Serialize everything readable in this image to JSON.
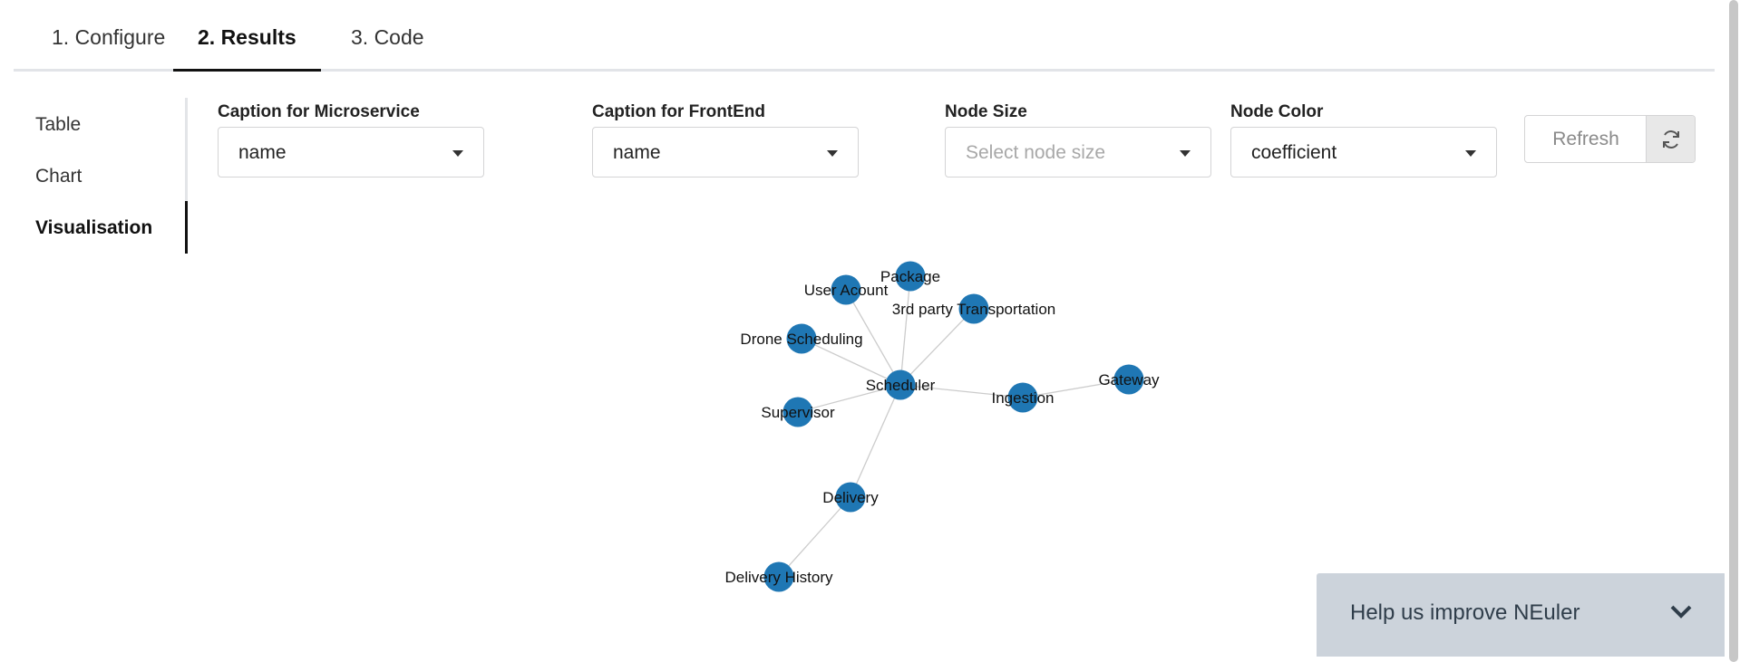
{
  "tabs": [
    {
      "label": "1. Configure",
      "active": false
    },
    {
      "label": "2. Results",
      "active": true
    },
    {
      "label": "3. Code",
      "active": false
    }
  ],
  "sidenav": {
    "items": [
      {
        "label": "Table",
        "active": false
      },
      {
        "label": "Chart",
        "active": false
      },
      {
        "label": "Visualisation",
        "active": true
      }
    ]
  },
  "controls": {
    "caption_microservice": {
      "label": "Caption for Microservice",
      "value": "name"
    },
    "caption_frontend": {
      "label": "Caption for FrontEnd",
      "value": "name"
    },
    "node_size": {
      "label": "Node Size",
      "placeholder": "Select node size"
    },
    "node_color": {
      "label": "Node Color",
      "value": "coefficient"
    },
    "refresh_label": "Refresh"
  },
  "graph": {
    "node_color": "#1f77b4",
    "edge_color": "#cccccc",
    "nodes": [
      {
        "id": "scheduler",
        "label": "Scheduler"
      },
      {
        "id": "user-account",
        "label": "User Acount"
      },
      {
        "id": "package",
        "label": "Package"
      },
      {
        "id": "third-party",
        "label": "3rd party Transportation"
      },
      {
        "id": "drone-scheduling",
        "label": "Drone Scheduling"
      },
      {
        "id": "supervisor",
        "label": "Supervisor"
      },
      {
        "id": "ingestion",
        "label": "Ingestion"
      },
      {
        "id": "gateway",
        "label": "Gateway"
      },
      {
        "id": "delivery",
        "label": "Delivery"
      },
      {
        "id": "delivery-history",
        "label": "Delivery History"
      }
    ],
    "edges": [
      [
        "scheduler",
        "user-account"
      ],
      [
        "scheduler",
        "package"
      ],
      [
        "scheduler",
        "third-party"
      ],
      [
        "scheduler",
        "drone-scheduling"
      ],
      [
        "scheduler",
        "supervisor"
      ],
      [
        "scheduler",
        "ingestion"
      ],
      [
        "ingestion",
        "gateway"
      ],
      [
        "scheduler",
        "delivery"
      ],
      [
        "delivery",
        "delivery-history"
      ]
    ]
  },
  "help_panel": {
    "text": "Help us improve NEuler"
  }
}
